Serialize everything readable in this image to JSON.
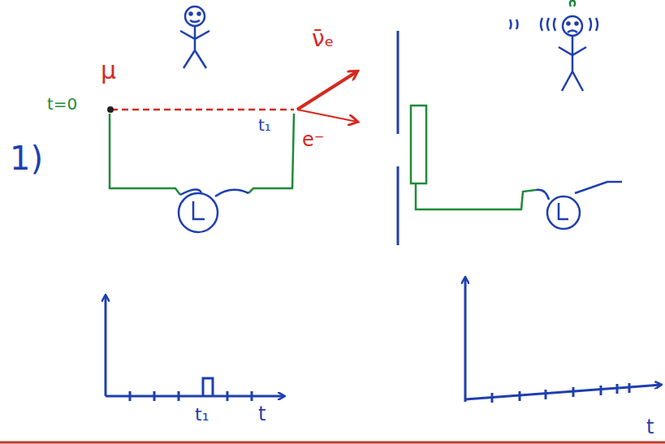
{
  "diagram": {
    "labels": [
      "1)",
      "μ",
      "t=0",
      "ν̄ₑ",
      "e⁻",
      "t₁",
      "t₁",
      "t",
      "t"
    ]
  }
}
